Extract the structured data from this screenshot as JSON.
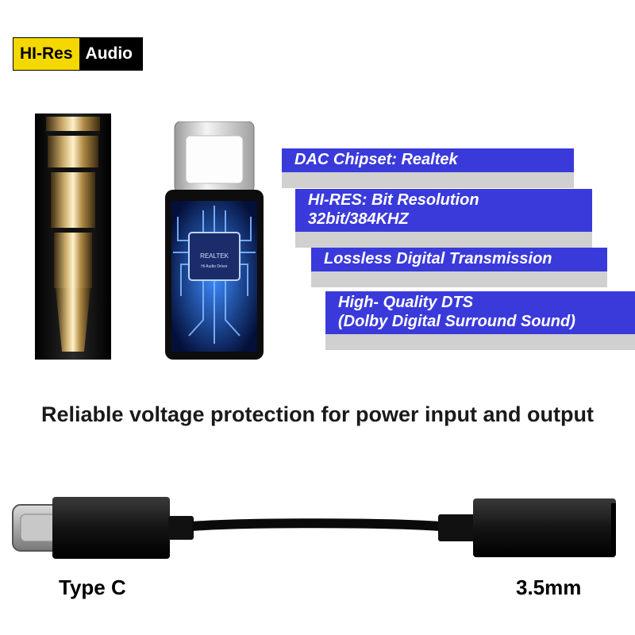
{
  "badge": {
    "left": "HI-Res",
    "right": "Audio"
  },
  "features": [
    {
      "lines": [
        "DAC Chipset: Realtek"
      ]
    },
    {
      "lines": [
        "HI-RES: Bit Resolution",
        "32bit/384KHZ"
      ]
    },
    {
      "lines": [
        "Lossless Digital Transmission"
      ]
    },
    {
      "lines": [
        "High- Quality DTS",
        "(Dolby Digital Surround Sound)"
      ]
    }
  ],
  "tagline": "Reliable voltage protection for power input and output",
  "cable": {
    "left_label": "Type C",
    "right_label": "3.5mm"
  },
  "chip": {
    "brand": "REALTEK",
    "sub": "Hi Audio Driver"
  },
  "colors": {
    "badge_yellow": "#f5d800",
    "feature_blue": "#3a3adb",
    "feature_shadow": "#d0d0d0",
    "circuit_blue": "#1e6bff"
  }
}
